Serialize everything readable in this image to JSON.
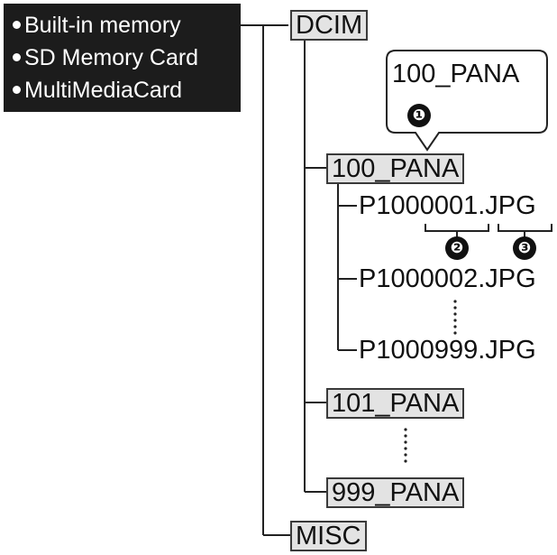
{
  "media": {
    "items": [
      "Built-in memory",
      "SD Memory Card",
      "MultiMediaCard"
    ]
  },
  "tree": {
    "root": "DCIM",
    "callout_example": "100_PANA",
    "folders": [
      "100_PANA",
      "101_PANA",
      "999_PANA"
    ],
    "files": [
      "P1000001.JPG",
      "P1000002.JPG",
      "P1000999.JPG"
    ],
    "misc": "MISC"
  },
  "markers": {
    "one": "❶",
    "two": "❷",
    "three": "❸"
  }
}
